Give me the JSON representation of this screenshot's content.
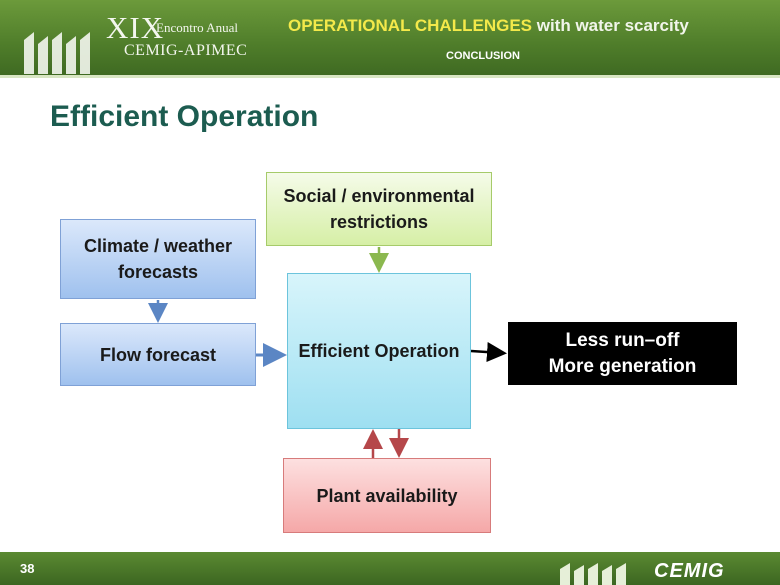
{
  "header": {
    "event_number": "XIX",
    "event_subtitle": "Encontro Anual",
    "event_org": "CEMIG-APIMEC",
    "title_highlight": "OPERATIONAL CHALLENGES",
    "title_rest": " with water scarcity",
    "subtitle": "CONCLUSION"
  },
  "page": {
    "title": "Efficient Operation",
    "number": "38"
  },
  "diagram": {
    "social": [
      "Social / environmental",
      "restrictions"
    ],
    "climate": [
      "Climate / weather",
      "forecasts"
    ],
    "flow": "Flow forecast",
    "efficient": "Efficient Operation",
    "result": [
      "Less run–off",
      "More generation"
    ],
    "plant": "Plant availability"
  },
  "footer": {
    "brand": "CEMIG"
  },
  "colors": {
    "header_green": "#4f7d2a",
    "title_teal": "#1c5c50",
    "highlight_yellow": "#f4e94a",
    "arrow_blue": "#5b86c4",
    "arrow_green": "#8bb84f",
    "arrow_red": "#b5474a"
  }
}
